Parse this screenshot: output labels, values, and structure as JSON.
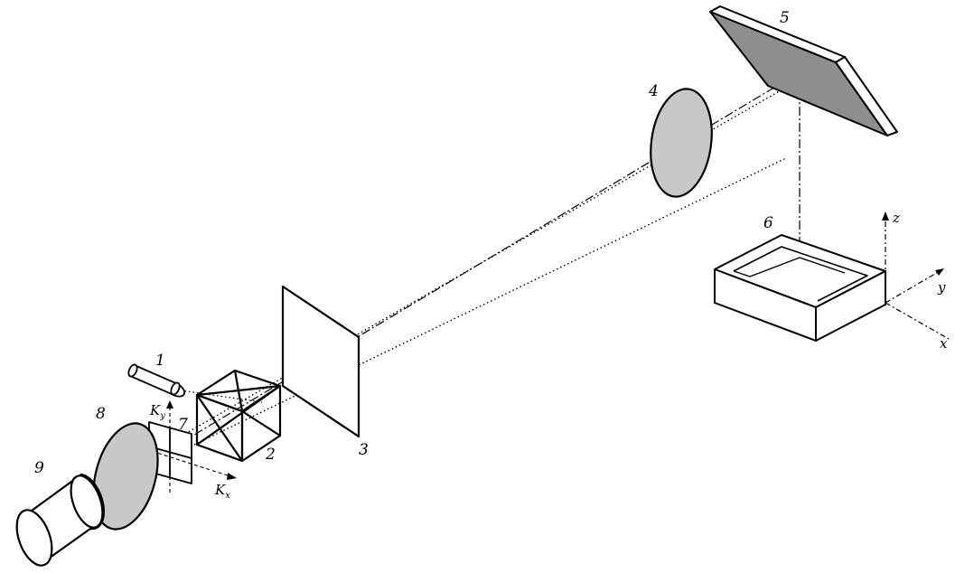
{
  "figure": {
    "labels": {
      "laser": "1",
      "beam_splitter": "2",
      "screen": "3",
      "lens": "4",
      "mirror": "5",
      "tank": "6",
      "detector_grid": "7",
      "lens_detector": "8",
      "camera": "9"
    },
    "axes": {
      "z": "z",
      "y": "y",
      "x": "x",
      "kx_main": "K",
      "kx_sub": "x",
      "ky_main": "K",
      "ky_sub": "y"
    },
    "colors": {
      "line": "#000000",
      "lens_fill": "#c8c8c8",
      "mirror_fill": "#8e8e8e",
      "background": "#ffffff"
    }
  }
}
